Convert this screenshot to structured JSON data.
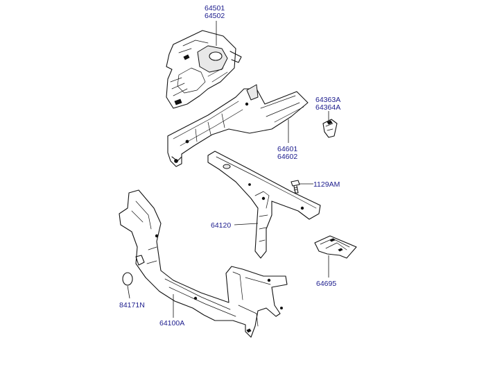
{
  "parts": [
    {
      "id": "apron-upper",
      "labels": [
        "64501",
        "64502"
      ]
    },
    {
      "id": "side-member",
      "labels": [
        "64601",
        "64602"
      ]
    },
    {
      "id": "bracket-small",
      "labels": [
        "64363A",
        "64364A"
      ]
    },
    {
      "id": "bolt",
      "labels": [
        "1129AM"
      ]
    },
    {
      "id": "carrier-upper",
      "labels": [
        "64120"
      ]
    },
    {
      "id": "support-bracket",
      "labels": [
        "64695"
      ]
    },
    {
      "id": "plug",
      "labels": [
        "84171N"
      ]
    },
    {
      "id": "radiator-carrier",
      "labels": [
        "64100A"
      ]
    }
  ]
}
